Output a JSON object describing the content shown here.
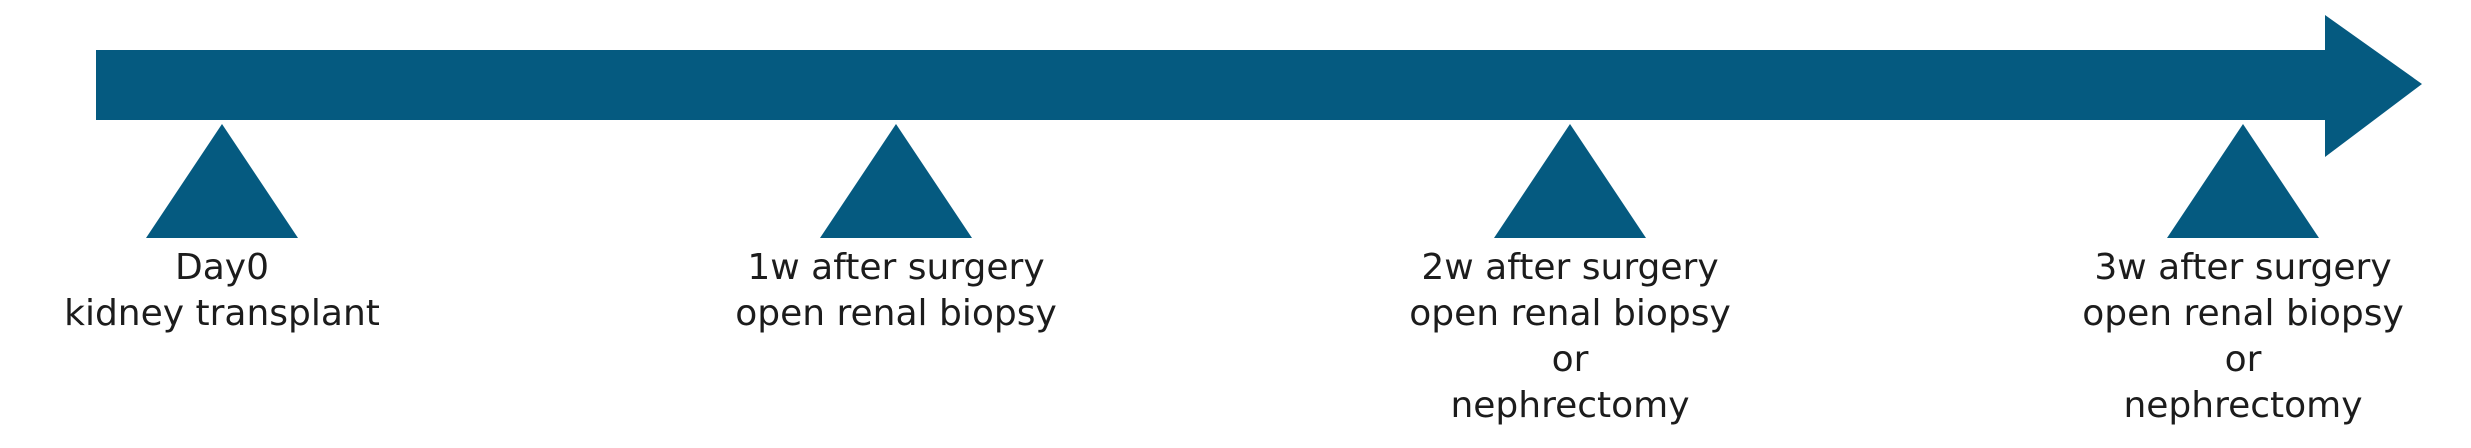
{
  "colors": {
    "arrow": "#055a80",
    "marker": "#055a80",
    "text": "#1c1c1c"
  },
  "events": [
    {
      "lines": [
        "Day0",
        "kidney transplant"
      ]
    },
    {
      "lines": [
        "1w after surgery",
        "open renal biopsy"
      ]
    },
    {
      "lines": [
        "2w after surgery",
        "open renal biopsy",
        "or",
        "nephrectomy"
      ]
    },
    {
      "lines": [
        "3w after surgery",
        "open renal biopsy",
        "or",
        "nephrectomy"
      ]
    }
  ]
}
